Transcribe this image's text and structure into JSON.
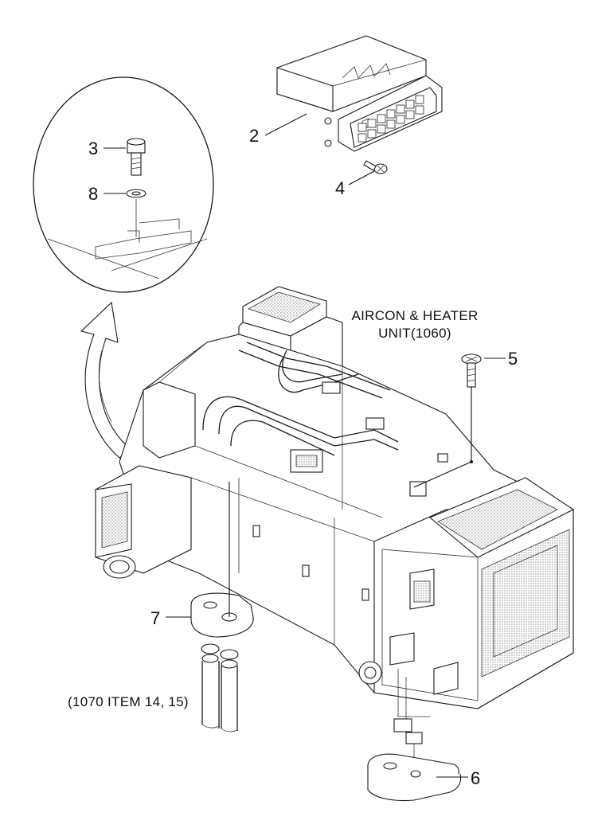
{
  "callouts": {
    "c2": "2",
    "c3": "3",
    "c4": "4",
    "c5": "5",
    "c6": "6",
    "c7": "7",
    "c8": "8"
  },
  "caption": {
    "line1": "AIRCON & HEATER",
    "line2": "UNIT(1060)"
  },
  "reference_note": "(1070 ITEM 14, 15)"
}
